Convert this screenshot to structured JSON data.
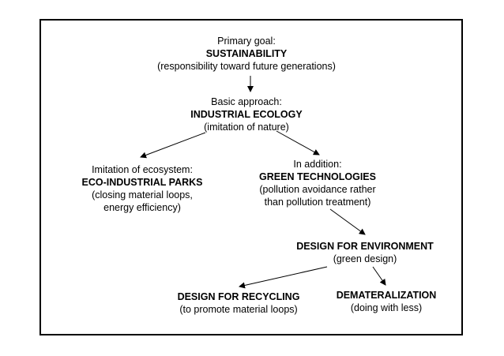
{
  "nodes": {
    "sustainability": {
      "intro": "Primary goal:",
      "title": "SUSTAINABILITY",
      "note": "(responsibility toward future generations)"
    },
    "industrial_ecology": {
      "intro": "Basic approach:",
      "title": "INDUSTRIAL ECOLOGY",
      "note": "(imitation of nature)"
    },
    "eco_industrial_parks": {
      "intro": "Imitation of ecosystem:",
      "title": "ECO-INDUSTRIAL PARKS",
      "note1": "(closing material loops,",
      "note2": "energy efficiency)"
    },
    "green_technologies": {
      "intro": "In addition:",
      "title": "GREEN TECHNOLOGIES",
      "note1": "(pollution avoidance rather",
      "note2": "than pollution treatment)"
    },
    "design_for_environment": {
      "title": "DESIGN FOR ENVIRONMENT",
      "note": "(green design)"
    },
    "design_for_recycling": {
      "title": "DESIGN FOR RECYCLING",
      "note": "(to promote material loops)"
    },
    "dematerialization": {
      "title": "DEMATERALIZATION",
      "note": "(doing with less)"
    }
  },
  "edges": [
    {
      "from": "sustainability",
      "to": "industrial_ecology"
    },
    {
      "from": "industrial_ecology",
      "to": "eco_industrial_parks"
    },
    {
      "from": "industrial_ecology",
      "to": "green_technologies"
    },
    {
      "from": "green_technologies",
      "to": "design_for_environment"
    },
    {
      "from": "design_for_environment",
      "to": "design_for_recycling"
    },
    {
      "from": "design_for_environment",
      "to": "dematerialization"
    }
  ],
  "colors": {
    "line": "#000000",
    "text": "#000000",
    "background": "#ffffff"
  }
}
